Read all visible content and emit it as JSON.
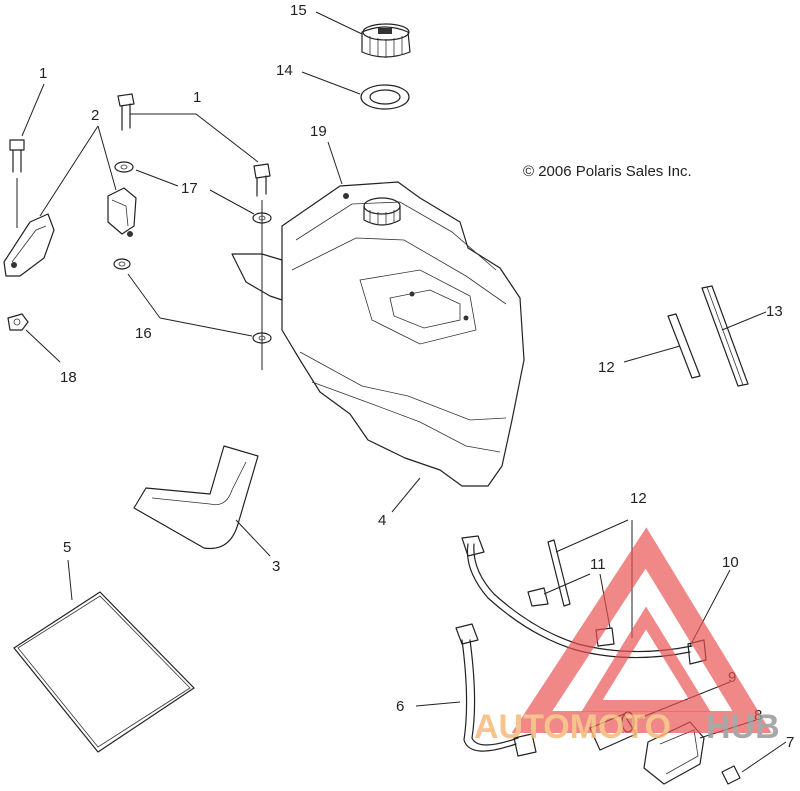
{
  "copyright": "© 2006 Polaris Sales Inc.",
  "callouts": [
    {
      "id": "c15",
      "text": "15"
    },
    {
      "id": "c14",
      "text": "14"
    },
    {
      "id": "c19",
      "text": "19"
    },
    {
      "id": "c1a",
      "text": "1"
    },
    {
      "id": "c1b",
      "text": "1"
    },
    {
      "id": "c2",
      "text": "2"
    },
    {
      "id": "c17",
      "text": "17"
    },
    {
      "id": "c16",
      "text": "16"
    },
    {
      "id": "c18",
      "text": "18"
    },
    {
      "id": "c13",
      "text": "13"
    },
    {
      "id": "c12a",
      "text": "12"
    },
    {
      "id": "c4",
      "text": "4"
    },
    {
      "id": "c3",
      "text": "3"
    },
    {
      "id": "c5",
      "text": "5"
    },
    {
      "id": "c12b",
      "text": "12"
    },
    {
      "id": "c11",
      "text": "11"
    },
    {
      "id": "c10",
      "text": "10"
    },
    {
      "id": "c9",
      "text": "9"
    },
    {
      "id": "c8",
      "text": "8"
    },
    {
      "id": "c7",
      "text": "7"
    },
    {
      "id": "c6",
      "text": "6"
    }
  ],
  "watermark": {
    "text_a": "AUTOMOTO",
    "text_b": "HUB",
    "color_a": "#f5b97a",
    "color_b": "#9a9a9a",
    "triangle_color": "#e85050"
  }
}
